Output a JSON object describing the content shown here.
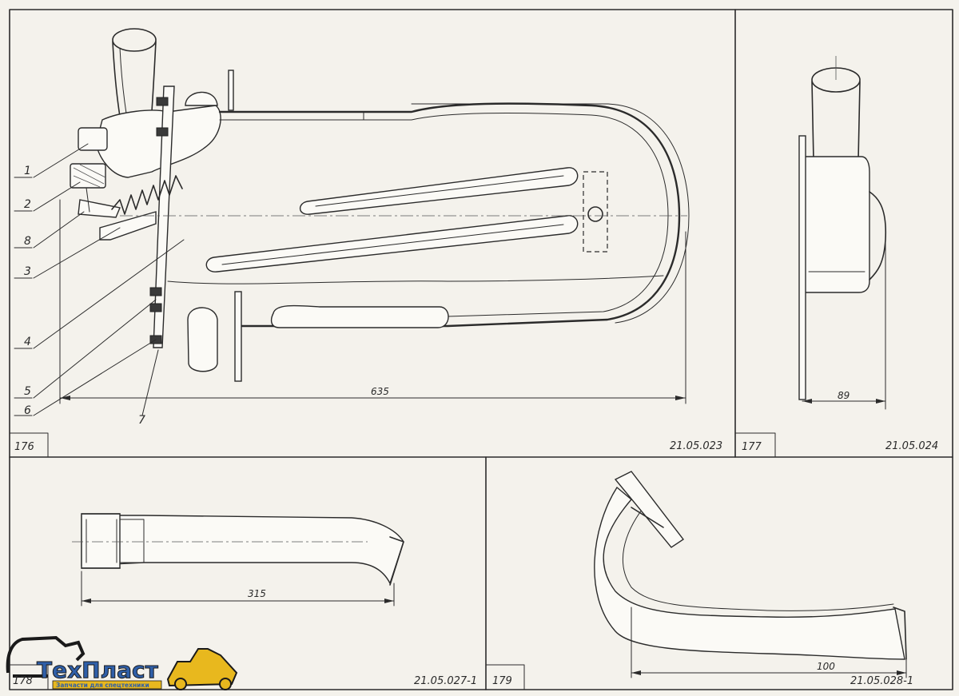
{
  "panels": {
    "p176": {
      "number": "176",
      "code": "21.05.023",
      "dimension": "635",
      "callouts": [
        "1",
        "2",
        "8",
        "3",
        "4",
        "5",
        "6",
        "7"
      ]
    },
    "p177": {
      "number": "177",
      "code": "21.05.024",
      "dimension": "89"
    },
    "p178": {
      "number": "178",
      "code": "21.05.027-1",
      "dimension": "315"
    },
    "p179": {
      "number": "179",
      "code": "21.05.028-1",
      "dimension": "100"
    }
  },
  "logo": {
    "name": "ТехПласт",
    "tagline": "Запчасти для спецтехники",
    "colors": {
      "primary": "#2f5fa8",
      "accent": "#e8b81e",
      "outline": "#1a1a1a"
    }
  }
}
